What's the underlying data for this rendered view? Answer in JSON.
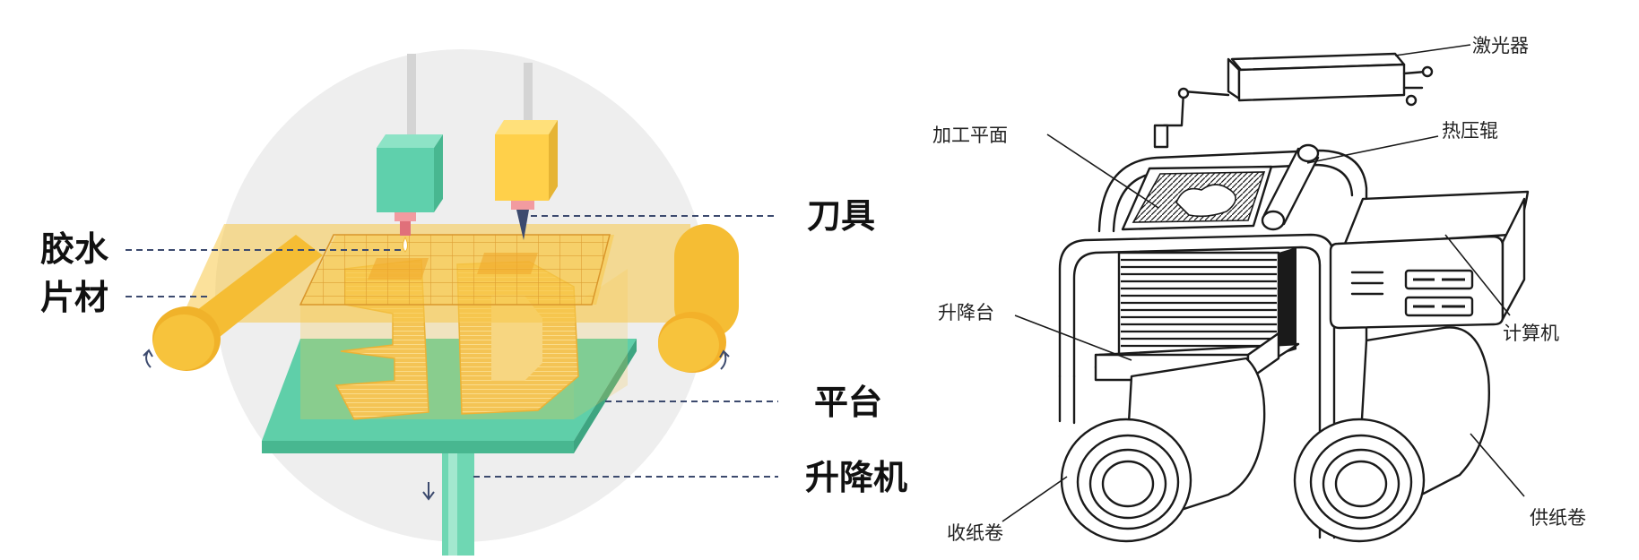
{
  "left_diagram": {
    "labels": {
      "glue": "胶水",
      "sheet": "片材",
      "cutter": "刀具",
      "platform": "平台",
      "elevator": "升降机"
    },
    "colors": {
      "sheet": "#f7c948",
      "roller": "#f5bd34",
      "platform": "#5fcfa9",
      "left_head": "#5fd0ac",
      "right_head": "#ffd04a",
      "background_circle": "#eeeeee",
      "nozzle_tip": "#f29ba0",
      "model": "#f0b93c"
    }
  },
  "right_diagram": {
    "labels": {
      "laser": "激光器",
      "processing_plane": "加工平面",
      "hot_roller": "热压辊",
      "lift_table": "升降台",
      "computer": "计算机",
      "take_up_roll": "收纸卷",
      "supply_roll": "供纸卷"
    }
  }
}
